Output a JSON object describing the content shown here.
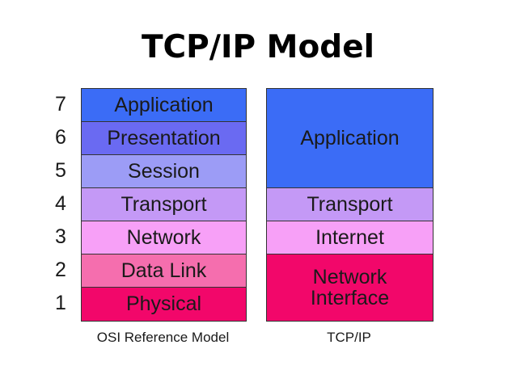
{
  "title": "TCP/IP Model",
  "osi": {
    "caption": "OSI Reference Model",
    "layers": [
      {
        "label": "Application",
        "color": "#3b6cf6"
      },
      {
        "label": "Presentation",
        "color": "#6a6af2"
      },
      {
        "label": "Session",
        "color": "#9c9cf6"
      },
      {
        "label": "Transport",
        "color": "#c499f6"
      },
      {
        "label": "Network",
        "color": "#f7a0f7"
      },
      {
        "label": "Data Link",
        "color": "#f56eae"
      },
      {
        "label": "Physical",
        "color": "#f2076a"
      }
    ]
  },
  "layer_numbers": [
    "7",
    "6",
    "5",
    "4",
    "3",
    "2",
    "1"
  ],
  "tcpip": {
    "caption": "TCP/IP",
    "layers": [
      {
        "label": "Application",
        "color": "#3b6cf6"
      },
      {
        "label": "Transport",
        "color": "#c499f6"
      },
      {
        "label": "Internet",
        "color": "#f7a0f7"
      },
      {
        "label": "Network Interface",
        "label_line1": "Network",
        "label_line2": "Interface",
        "color": "#f2076a"
      }
    ]
  }
}
